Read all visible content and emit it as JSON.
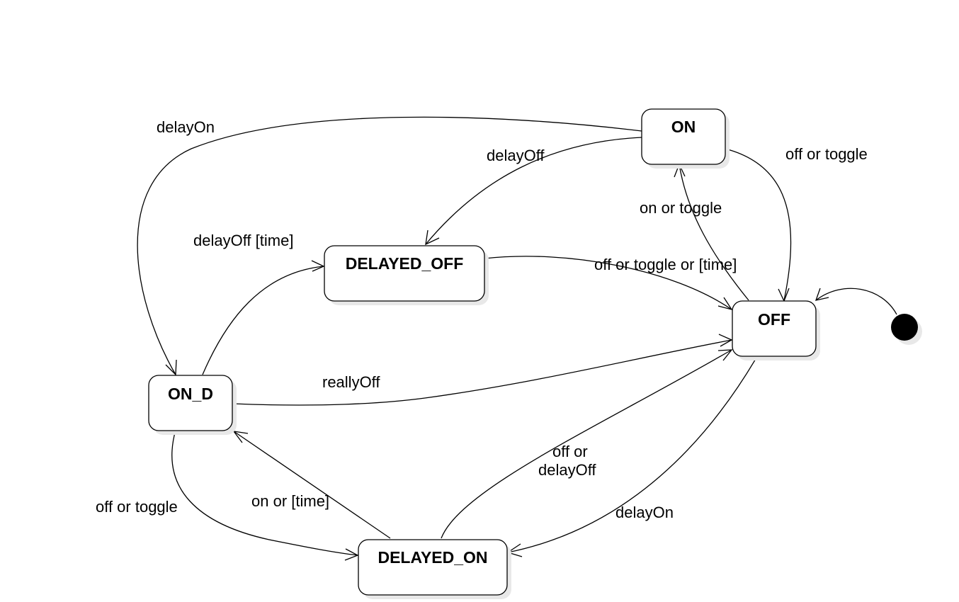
{
  "states": {
    "on": "ON",
    "off": "OFF",
    "delayed_off": "DELAYED_OFF",
    "on_d": "ON_D",
    "delayed_on": "DELAYED_ON"
  },
  "transitions": {
    "on_to_off": "off or toggle",
    "off_to_on": "on or toggle",
    "on_to_delayed_off": "delayOff",
    "on_to_on_d": "delayOn",
    "on_d_to_delayed_off": "delayOff [time]",
    "delayed_off_to_off": "off or toggle or [time]",
    "on_d_to_off": "reallyOff",
    "delayed_on_to_off_line1": "off or",
    "delayed_on_to_off_line2": "delayOff",
    "off_to_delayed_on": "delayOn",
    "delayed_on_to_on_d": "on or [time]",
    "on_d_to_delayed_on": "off or toggle"
  }
}
